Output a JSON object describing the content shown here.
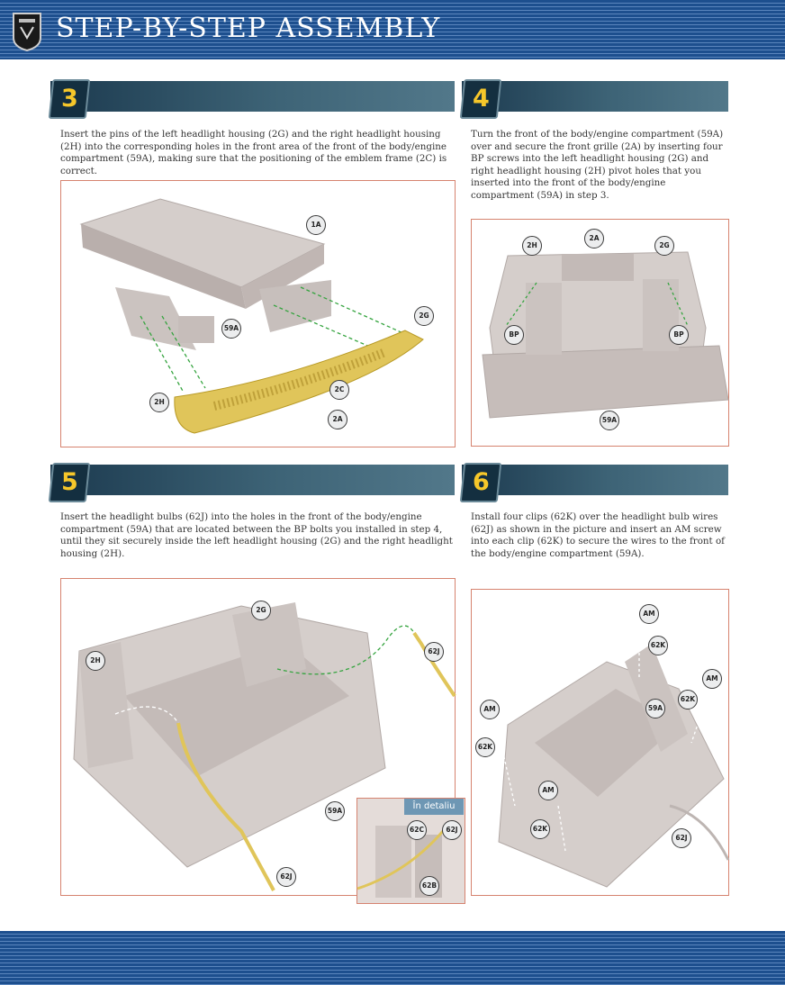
{
  "header": {
    "title": "STEP-BY-STEP ASSEMBLY"
  },
  "steps": [
    {
      "number": "3",
      "text": "Insert the pins of the left headlight housing (2G) and the right headlight housing (2H) into the corresponding holes in the front area of the front of the body/engine compartment (59A), making sure that the positioning of the emblem frame (2C) is correct.",
      "labels": [
        "1A",
        "59A",
        "2G",
        "2H",
        "2C",
        "2A"
      ]
    },
    {
      "number": "4",
      "text": "Turn the front of the body/engine compartment (59A) over and secure the front grille (2A) by inserting four BP screws into the left headlight housing (2G) and right headlight housing (2H) pivot holes that you inserted into the front of the body/engine compartment (59A) in step 3.",
      "labels": [
        "2H",
        "2A",
        "2G",
        "BP",
        "BP",
        "59A"
      ]
    },
    {
      "number": "5",
      "text": "Insert the headlight bulbs (62J) into the holes in the front of the body/engine compartment (59A) that are located between the BP bolts you installed in step 4, until they sit securely inside the left headlight housing (2G) and the right headlight housing (2H).",
      "labels": [
        "2G",
        "2H",
        "62J",
        "59A",
        "62J"
      ],
      "detail": {
        "title": "În detaliu",
        "labels": [
          "62C",
          "62J",
          "62B"
        ]
      }
    },
    {
      "number": "6",
      "text": "Install four clips (62K) over the headlight bulb wires (62J) as shown in the picture and insert an AM screw into each clip (62K) to secure the wires to the front of the body/engine compartment (59A).",
      "labels": [
        "AM",
        "62K",
        "AM",
        "62K",
        "59A",
        "AM",
        "62K",
        "AM",
        "62K",
        "62J"
      ]
    }
  ],
  "colors": {
    "band": "#1d4f8e",
    "accent": "#f6c72a",
    "frame": "#d6836f"
  }
}
